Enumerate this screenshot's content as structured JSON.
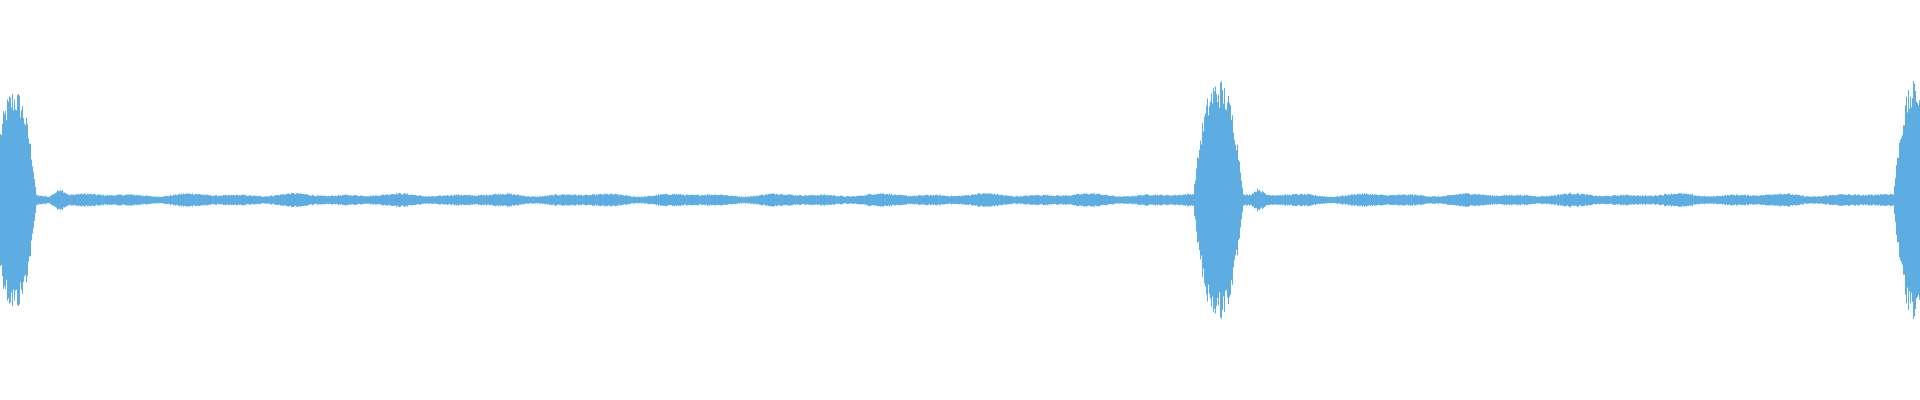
{
  "waveform": {
    "color": "#5dade2",
    "background": "#ffffff",
    "bursts": [
      {
        "peak": 0.92,
        "decay": 0.6
      },
      {
        "peak": 1.0,
        "decay": 0.6
      },
      {
        "peak": 0.98,
        "decay": 0.6
      }
    ],
    "after_blip": 0.1,
    "noise_floor": 0.03,
    "noise_peak": 0.06
  }
}
